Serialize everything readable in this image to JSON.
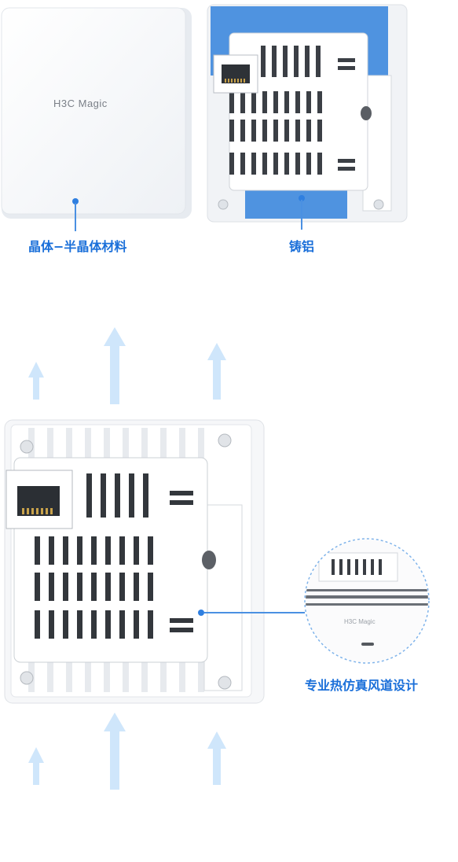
{
  "panel_front": {
    "brand": "H3C Magic"
  },
  "labels": {
    "front_material": "晶体−半晶体材料",
    "back_material": "铸铝",
    "thermal_design": "专业热仿真风道设计"
  },
  "zoom_inset": {
    "brand": "H3C Magic"
  },
  "colors": {
    "accent_blue": "#1a6fd9",
    "aluminum_blue": "#4f93e0",
    "airflow_arrow": "#cfe6fb"
  }
}
